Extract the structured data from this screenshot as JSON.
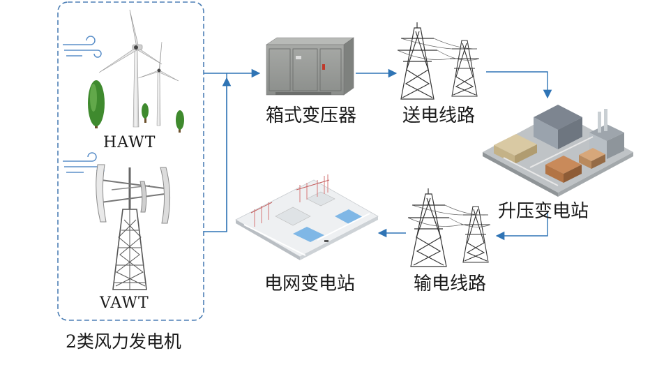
{
  "group": {
    "caption": "2类风力发电机",
    "hawt_label": "HAWT",
    "vawt_label": "VAWT"
  },
  "nodes": {
    "box_transformer": "箱式变压器",
    "transmission_line": "送电线路",
    "step_up_substation": "升压变电站",
    "distribution_line": "输电线路",
    "grid_substation": "电网变电站"
  },
  "colors": {
    "dashed_border": "#4d7fb5",
    "arrow": "#2f74b5",
    "steel": "#555555",
    "tree": "#3f8a2e",
    "wind": "#5b8fc9"
  },
  "icons": [
    "hawt-turbine-icon",
    "vawt-turbine-icon",
    "box-transformer-icon",
    "transmission-tower-icon",
    "step-up-substation-icon",
    "grid-substation-icon",
    "wind-gust-icon",
    "tree-icon"
  ]
}
